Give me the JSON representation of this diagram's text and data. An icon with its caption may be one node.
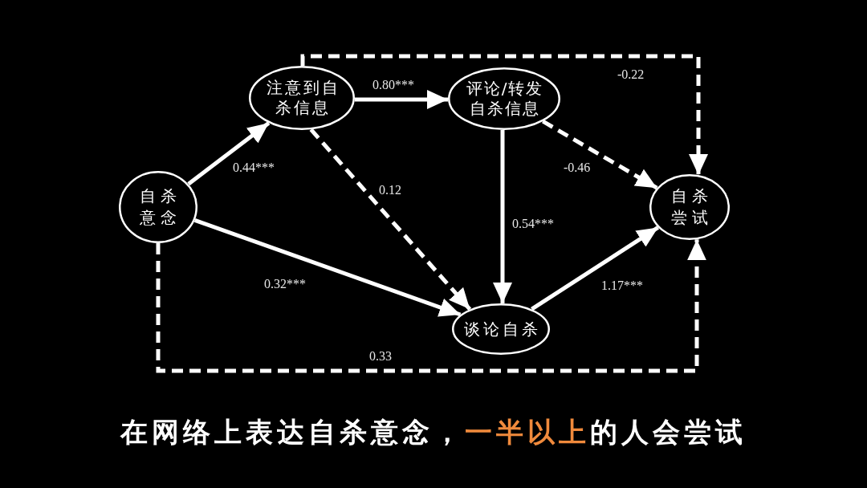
{
  "diagram": {
    "caption": "在网络上表达自杀意念，**一半以上**的人会尝试",
    "nodes": [
      {
        "text": [
          "自杀意念"
        ]
      },
      {
        "text": [
          "注意到自杀信息"
        ]
      },
      {
        "text": [
          "评论/转发自杀信息"
        ]
      },
      {
        "text": [
          "谈论自杀"
        ]
      },
      {
        "text": [
          "自杀尝试"
        ]
      }
    ],
    "edges": [
      {
        "from": 0,
        "to": 1,
        "arrow": "to",
        "label": "0.44***"
      },
      {
        "from": 1,
        "to": 2,
        "arrow": "to",
        "label": "0.80***"
      },
      {
        "from": 1,
        "to": 4,
        "arrow": "to",
        "label": "-0.22",
        "style": "dashed"
      },
      {
        "from": 1,
        "to": 3,
        "arrow": "to",
        "label": "0.12",
        "style": "dashed"
      },
      {
        "from": 2,
        "to": 4,
        "arrow": "to",
        "label": "-0.46",
        "style": "dashed"
      },
      {
        "from": 2,
        "to": 3,
        "arrow": "to",
        "label": "0.54***"
      },
      {
        "from": 0,
        "to": 3,
        "arrow": "to",
        "label": "0.32***"
      },
      {
        "from": 3,
        "to": 4,
        "arrow": "to",
        "label": "1.17***"
      },
      {
        "from": 0,
        "to": 4,
        "arrow": "to",
        "label": "0.33",
        "style": "dashed"
      }
    ]
  }
}
